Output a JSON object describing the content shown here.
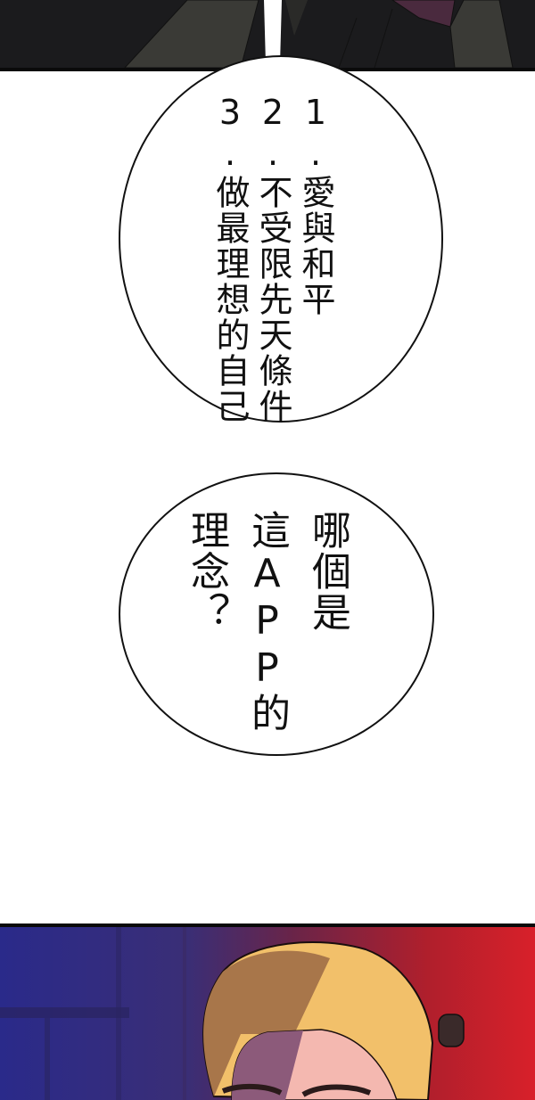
{
  "top_panel": {
    "description": "dark comic panel with shadowed figure",
    "colors": {
      "bg": "#1b1b1d",
      "shade": "#3a3a36",
      "accent": "#4a2a3e"
    }
  },
  "bubble_1": {
    "columns": [
      "1.愛與和平",
      "2.不受限先天條件",
      "3.做最理想的自己"
    ]
  },
  "bubble_2": {
    "columns": [
      "哪個是",
      "這APP的",
      "理念？"
    ]
  },
  "bottom_panel": {
    "description": "blonde character with glasses against blue-to-red gradient background",
    "colors": {
      "left": "#2a2a8a",
      "right": "#d8202a",
      "hair": "#f2c06a",
      "hair_shadow": "#a8764a",
      "skin": "#f4b8b0",
      "skin_shadow": "#8c5a7a"
    }
  }
}
